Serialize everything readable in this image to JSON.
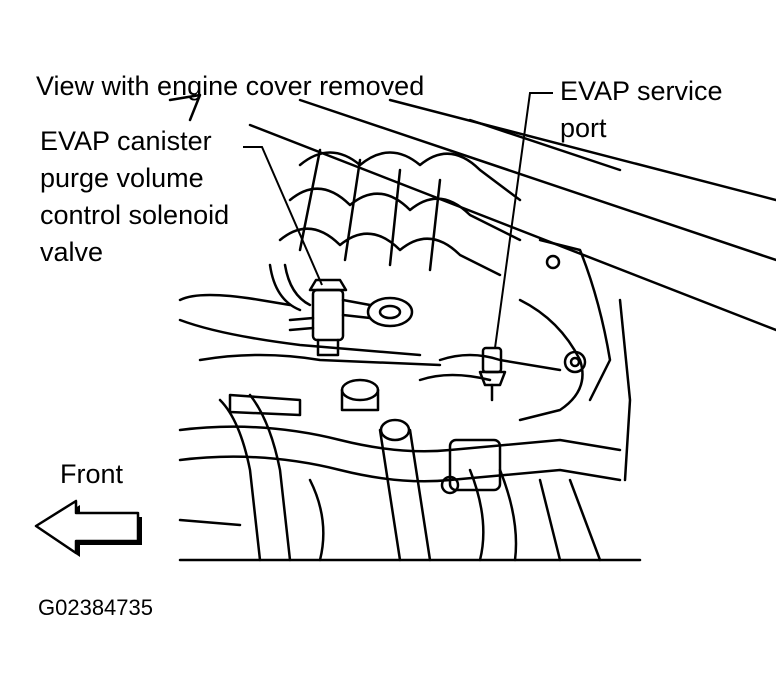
{
  "figure": {
    "heading": "View with engine cover removed",
    "callouts": {
      "solenoid": [
        "EVAP canister",
        "purge volume",
        "control solenoid",
        "valve"
      ],
      "service_port": [
        "EVAP service",
        "port"
      ]
    },
    "direction_label": "Front",
    "figure_id": "G02384735"
  },
  "colors": {
    "ink": "#000000",
    "paper": "#ffffff"
  },
  "icons": {
    "front_arrow": "left-arrow-icon"
  }
}
